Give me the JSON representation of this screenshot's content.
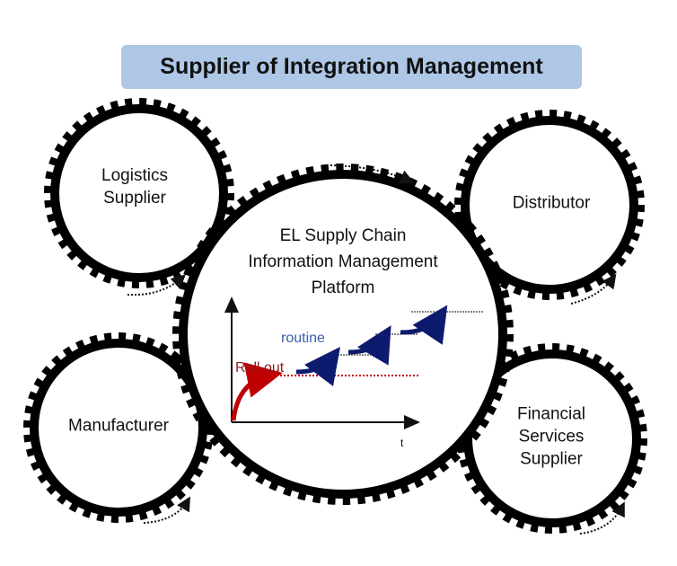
{
  "banner": {
    "title": "Supplier of Integration Management"
  },
  "gears": {
    "logistics": {
      "lines": [
        "Logistics",
        "Supplier"
      ]
    },
    "distributor": {
      "lines": [
        "Distributor"
      ]
    },
    "manufacturer": {
      "lines": [
        "Manufacturer"
      ]
    },
    "financial": {
      "lines": [
        "Financial",
        "Services",
        "Supplier"
      ]
    },
    "center": {
      "lines": [
        "EL Supply Chain",
        "Information Management",
        "Platform"
      ]
    }
  },
  "chart": {
    "routine_label": "routine",
    "rollout_label": "Roll out",
    "t_label": "t"
  },
  "colors": {
    "gear": "#000000",
    "banner": "#aec7e6",
    "rollout": "#c00000",
    "routine": "#0d1b6e",
    "routine_text": "#3a5fa8"
  }
}
